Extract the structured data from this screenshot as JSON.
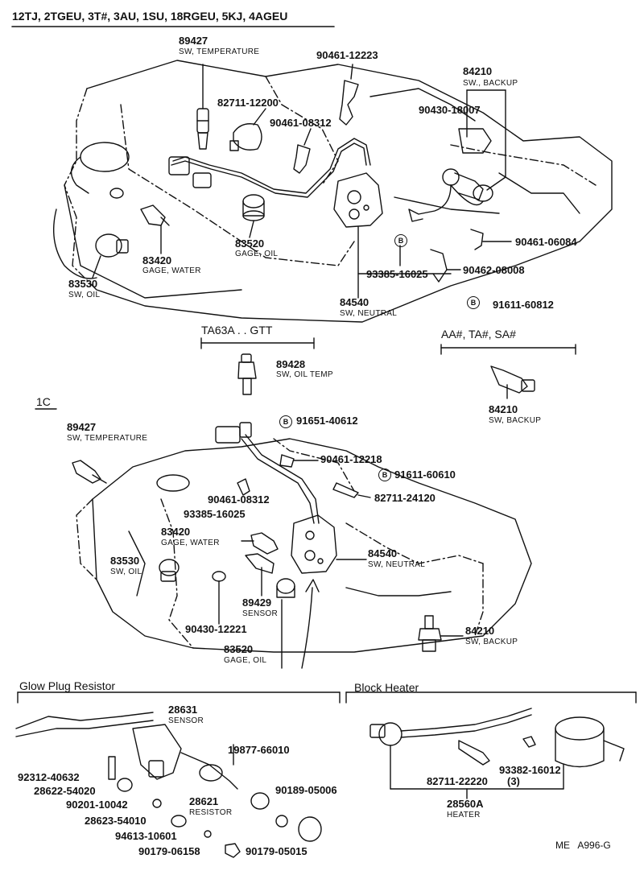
{
  "header": "12TJ, 2TGEU, 3T#, 3AU, 1SU, 18RGEU, 5KJ, 4AGEU",
  "sections": {
    "ta63a": "TA63A . . GTT",
    "aa": "AA#, TA#, SA#",
    "c1": "1C",
    "glow": "Glow Plug Resistor",
    "block": "Block Heater"
  },
  "top": {
    "p89427": {
      "pn": "89427",
      "desc": "SW, TEMPERATURE"
    },
    "p90461_12223": {
      "pn": "90461-12223"
    },
    "p84210": {
      "pn": "84210",
      "desc": "SW., BACKUP"
    },
    "p82711_12200": {
      "pn": "82711-12200"
    },
    "p90430_18007": {
      "pn": "90430-18007"
    },
    "p90461_08312": {
      "pn": "90461-08312"
    },
    "p83520": {
      "pn": "83520",
      "desc": "GAGE, OIL"
    },
    "p83420": {
      "pn": "83420",
      "desc": "GAGE, WATER"
    },
    "p83530": {
      "pn": "83530",
      "desc": "SW, OIL"
    },
    "p90461_06084": {
      "pn": "90461-06084"
    },
    "p90462_08008": {
      "pn": "90462-08008"
    },
    "p93385_16025": {
      "pn": "93385-16025"
    },
    "p84540": {
      "pn": "84540",
      "desc": "SW, NEUTRAL"
    },
    "p91611_60812": {
      "pn": "91611-60812"
    }
  },
  "ta": {
    "p89428": {
      "pn": "89428",
      "desc": "SW, OIL TEMP"
    }
  },
  "aa_part": {
    "p84210": {
      "pn": "84210",
      "desc": "SW, BACKUP"
    }
  },
  "mid": {
    "p89427": {
      "pn": "89427",
      "desc": "SW, TEMPERATURE"
    },
    "p91651_40612": {
      "pn": "91651-40612"
    },
    "p90461_12218": {
      "pn": "90461-12218"
    },
    "p91611_60610": {
      "pn": "91611-60610"
    },
    "p82711_24120": {
      "pn": "82711-24120"
    },
    "p90461_08312": {
      "pn": "90461-08312"
    },
    "p93385_16025": {
      "pn": "93385-16025"
    },
    "p83420": {
      "pn": "83420",
      "desc": "GAGE, WATER"
    },
    "p84540": {
      "pn": "84540",
      "desc": "SW, NEUTRAL"
    },
    "p83530": {
      "pn": "83530",
      "desc": "SW, OIL"
    },
    "p89429": {
      "pn": "89429",
      "desc": "SENSOR"
    },
    "p90430_12221": {
      "pn": "90430-12221"
    },
    "p83520": {
      "pn": "83520",
      "desc": "GAGE, OIL"
    },
    "p84210": {
      "pn": "84210",
      "desc": "SW, BACKUP"
    }
  },
  "glow": {
    "p28631": {
      "pn": "28631",
      "desc": "SENSOR"
    },
    "p19877_66010": {
      "pn": "19877-66010"
    },
    "p92312_40632": {
      "pn": "92312-40632"
    },
    "p28622_54020": {
      "pn": "28622-54020"
    },
    "p90201_10042": {
      "pn": "90201-10042"
    },
    "p28621": {
      "pn": "28621",
      "desc": "RESISTOR"
    },
    "p90189_05006": {
      "pn": "90189-05006"
    },
    "p28623_54010": {
      "pn": "28623-54010"
    },
    "p94613_10601": {
      "pn": "94613-10601"
    },
    "p90179_06158": {
      "pn": "90179-06158"
    },
    "p90179_05015": {
      "pn": "90179-05015"
    }
  },
  "block": {
    "p93382_16012": {
      "pn": "93382-16012"
    },
    "p82711_22220": {
      "pn": "82711-22220",
      "qty": "(3)"
    },
    "p28560a": {
      "pn": "28560A",
      "desc": "HEATER"
    }
  },
  "bmark": "B",
  "footer": "ME   A996-G"
}
